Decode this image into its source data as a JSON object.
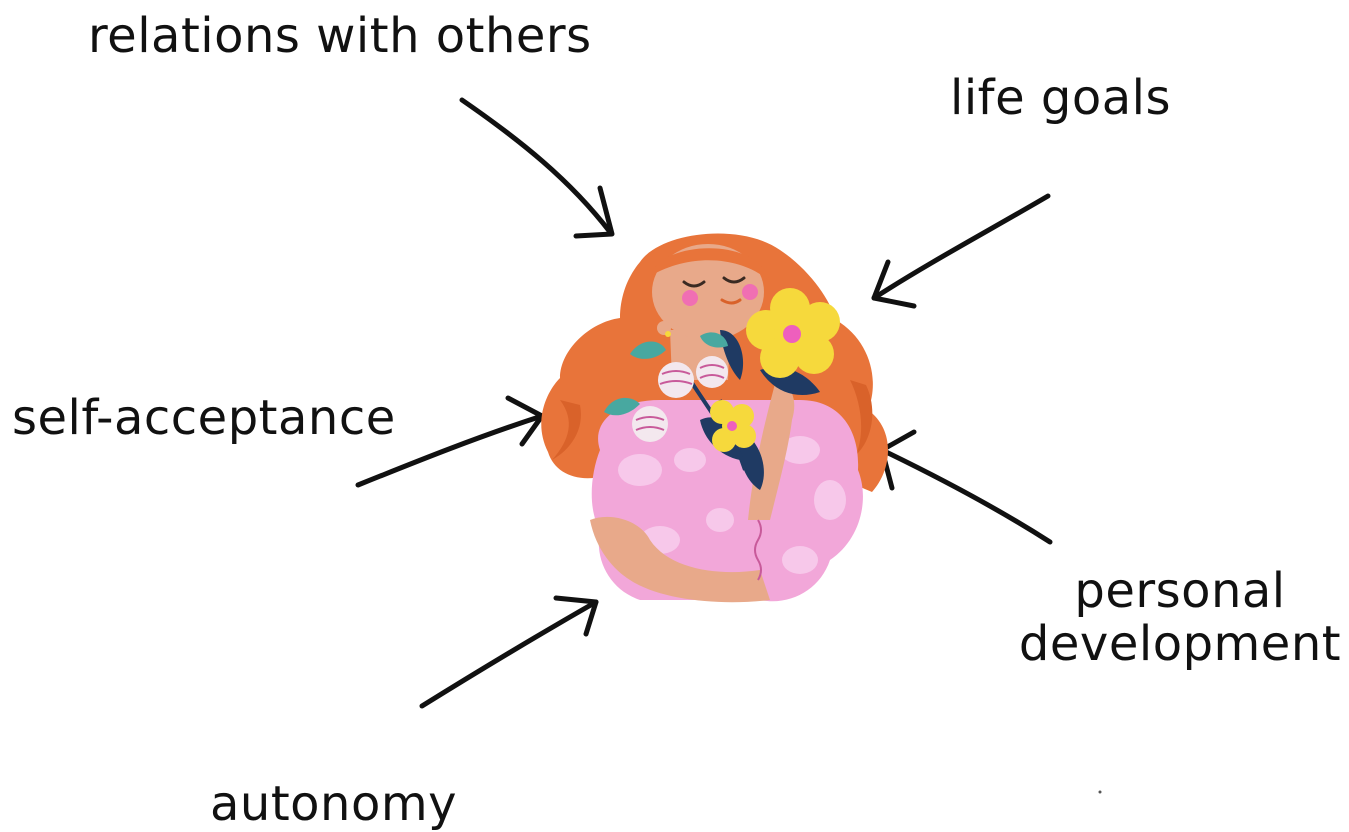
{
  "labels": {
    "relations": "relations with others",
    "goals": "life goals",
    "self": "self-acceptance",
    "personal_line1": "personal",
    "personal_line2": "development",
    "autonomy": "autonomy"
  },
  "colors": {
    "hair": "#e8743a",
    "skin": "#e8a98a",
    "dress": "#f2a7d9",
    "dress_spots": "#f7c8ea",
    "leaves": "#1f3a63",
    "yellow_flower": "#f6d93c",
    "flower_center": "#ee5fbd",
    "teal_leaf": "#48a8a0",
    "cheek": "#f06fb3",
    "ink": "#111111"
  }
}
